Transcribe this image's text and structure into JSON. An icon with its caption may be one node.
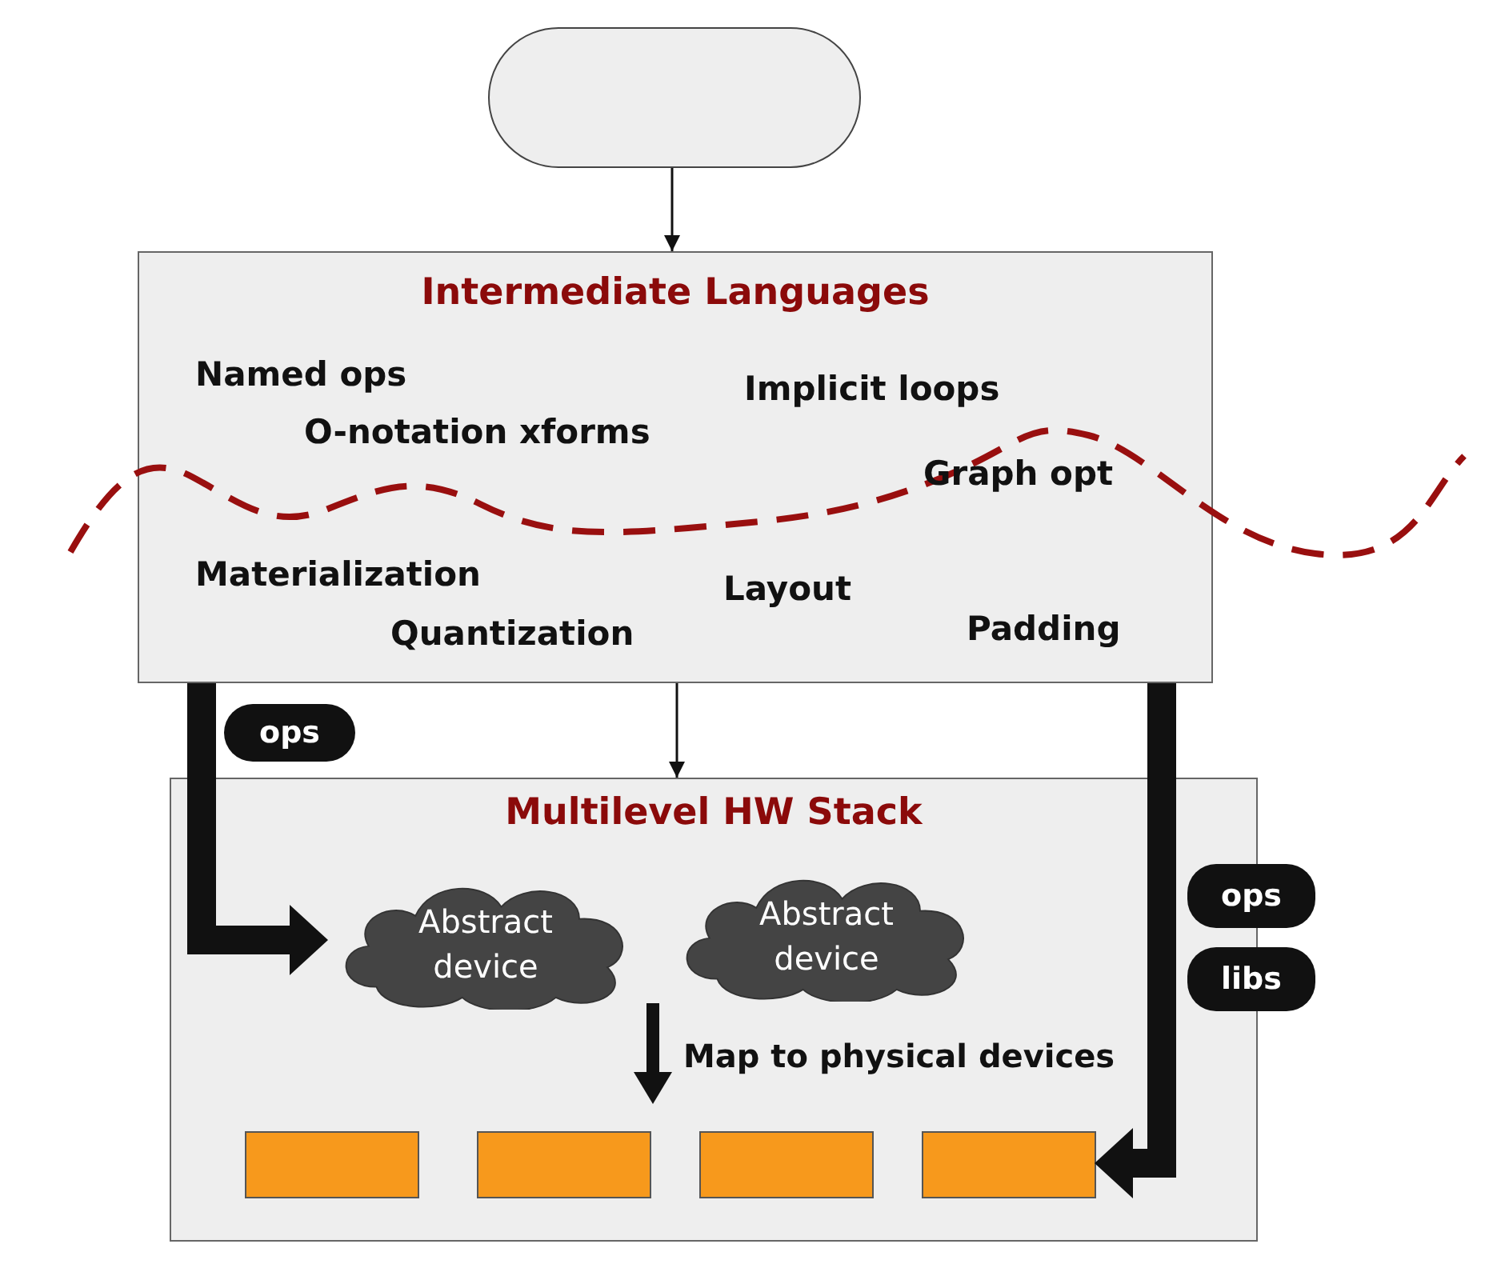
{
  "diagram": {
    "nodes": [
      {
        "text": [],
        "shape": "box"
      },
      {
        "text": [
          "Intermediate Languages"
        ]
      },
      {
        "text": [
          "Multilevel HW Stack"
        ]
      },
      {
        "text": [
          "Abstract device"
        ],
        "in": 2
      },
      {
        "text": [
          "Abstract device"
        ],
        "in": 2
      },
      {
        "text": [],
        "shape": "bar",
        "in": 2
      },
      {
        "text": [],
        "shape": "bar",
        "in": 2
      },
      {
        "text": [],
        "shape": "bar",
        "in": 2
      },
      {
        "text": [],
        "shape": "bar",
        "in": 2
      },
      {
        "text": [
          "ops"
        ]
      },
      {
        "text": [
          "ops"
        ]
      },
      {
        "text": [
          "libs"
        ]
      }
    ],
    "edges": [
      {
        "from": 0,
        "to": 1,
        "arrow": "to"
      },
      {
        "from": 1,
        "to": 2,
        "arrow": "to"
      },
      {
        "from": 1,
        "to": 3,
        "arrow": "to",
        "style": "thick"
      },
      {
        "from": 1,
        "to": 8,
        "arrow": "to",
        "style": "thick"
      }
    ],
    "labels": [
      "Named ops",
      "Implicit loops",
      "O-notation xforms",
      "Graph opt",
      "Materialization",
      "Layout",
      "Padding",
      "Quantization",
      "Map to physical devices"
    ]
  }
}
